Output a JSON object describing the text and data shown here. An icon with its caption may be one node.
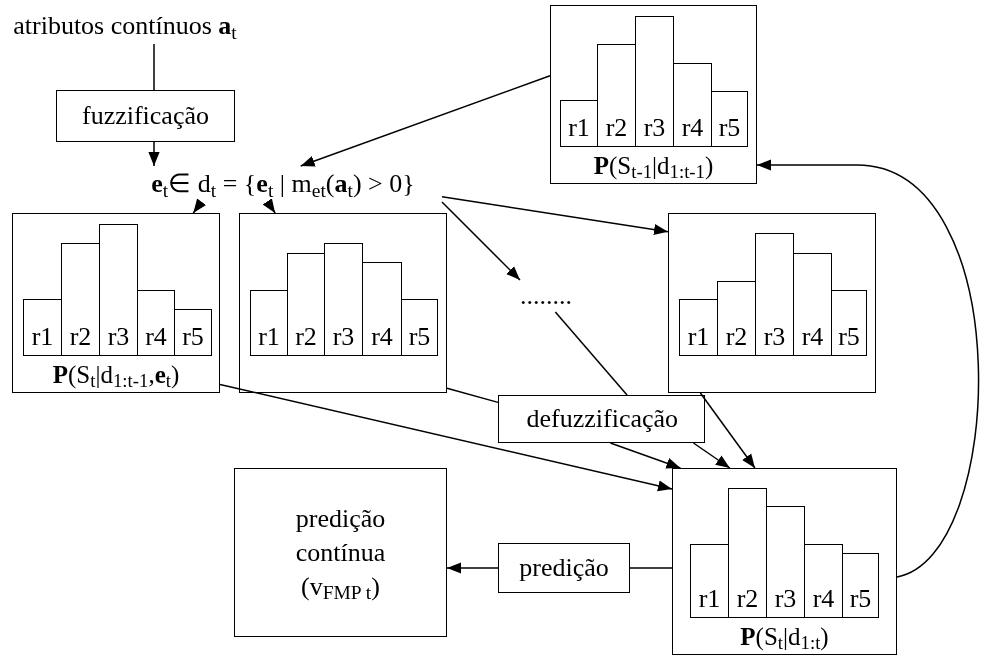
{
  "diagram": {
    "nodes": [
      {
        "text": [
          "atributos contínuos **a**$_{t}$"
        ]
      },
      {
        "text": [
          "fuzzificação"
        ]
      },
      {
        "text": [
          "**e**$_{t}$∈ d$_{t}$ = {**e**$_{t}$ | m$_{et}$(**a**$_{t}$) > 0}"
        ]
      },
      {
        "text": [
          "**P**(S$_{t-1}$|d$_{1:t-1}$)"
        ]
      },
      {
        "text": [
          "r1"
        ],
        "in": 3
      },
      {
        "text": [
          "r2"
        ],
        "in": 3
      },
      {
        "text": [
          "r3"
        ],
        "in": 3
      },
      {
        "text": [
          "r4"
        ],
        "in": 3
      },
      {
        "text": [
          "r5"
        ],
        "in": 3
      },
      {
        "text": [
          "**P**(S$_{t}$|d$_{1:t-1}$,**e**$_{t}$)"
        ]
      },
      {
        "text": [
          "r1"
        ],
        "in": 9
      },
      {
        "text": [
          "r2"
        ],
        "in": 9
      },
      {
        "text": [
          "r3"
        ],
        "in": 9
      },
      {
        "text": [
          "r4"
        ],
        "in": 9
      },
      {
        "text": [
          "r5"
        ],
        "in": 9
      },
      {
        "text": [],
        "shape": "box"
      },
      {
        "text": [
          "r1"
        ],
        "in": 15
      },
      {
        "text": [
          "r2"
        ],
        "in": 15
      },
      {
        "text": [
          "r3"
        ],
        "in": 15
      },
      {
        "text": [
          "r4"
        ],
        "in": 15
      },
      {
        "text": [
          "r5"
        ],
        "in": 15
      },
      {
        "text": [
          "........"
        ]
      },
      {
        "text": [],
        "shape": "box"
      },
      {
        "text": [
          "r1"
        ],
        "in": 22
      },
      {
        "text": [
          "r2"
        ],
        "in": 22
      },
      {
        "text": [
          "r3"
        ],
        "in": 22
      },
      {
        "text": [
          "r4"
        ],
        "in": 22
      },
      {
        "text": [
          "r5"
        ],
        "in": 22
      },
      {
        "text": [
          "defuzzificação"
        ]
      },
      {
        "text": [
          "predição contínua (v$_{FMP t}$)"
        ]
      },
      {
        "text": [
          "predição"
        ]
      },
      {
        "text": [
          "**P**(S$_{t}$|d$_{1:t}$)"
        ]
      },
      {
        "text": [
          "r1"
        ],
        "in": 31
      },
      {
        "text": [
          "r2"
        ],
        "in": 31
      },
      {
        "text": [
          "r3"
        ],
        "in": 31
      },
      {
        "text": [
          "r4"
        ],
        "in": 31
      },
      {
        "text": [
          "r5"
        ],
        "in": 31
      }
    ],
    "edges": [
      {
        "from": 0,
        "to": 1,
        "arrow": "none"
      },
      {
        "from": 1,
        "to": 2,
        "arrow": "to"
      },
      {
        "from": 3,
        "to": 2,
        "arrow": "to"
      },
      {
        "from": 2,
        "to": 9,
        "arrow": "to"
      },
      {
        "from": 2,
        "to": 15,
        "arrow": "to"
      },
      {
        "from": 2,
        "to": 21,
        "arrow": "to"
      },
      {
        "from": 2,
        "to": 22,
        "arrow": "to"
      },
      {
        "from": 9,
        "to": 31,
        "arrow": "to"
      },
      {
        "from": 15,
        "to": 28,
        "arrow": "none"
      },
      {
        "from": 28,
        "to": 31,
        "arrow": "to"
      },
      {
        "from": 21,
        "to": 28,
        "arrow": "none"
      },
      {
        "from": 28,
        "to": 31,
        "arrow": "to"
      },
      {
        "from": 22,
        "to": 31,
        "arrow": "to"
      },
      {
        "from": 31,
        "to": 30,
        "arrow": "none"
      },
      {
        "from": 30,
        "to": 29,
        "arrow": "to"
      },
      {
        "from": 31,
        "to": 3,
        "arrow": "to"
      }
    ]
  }
}
